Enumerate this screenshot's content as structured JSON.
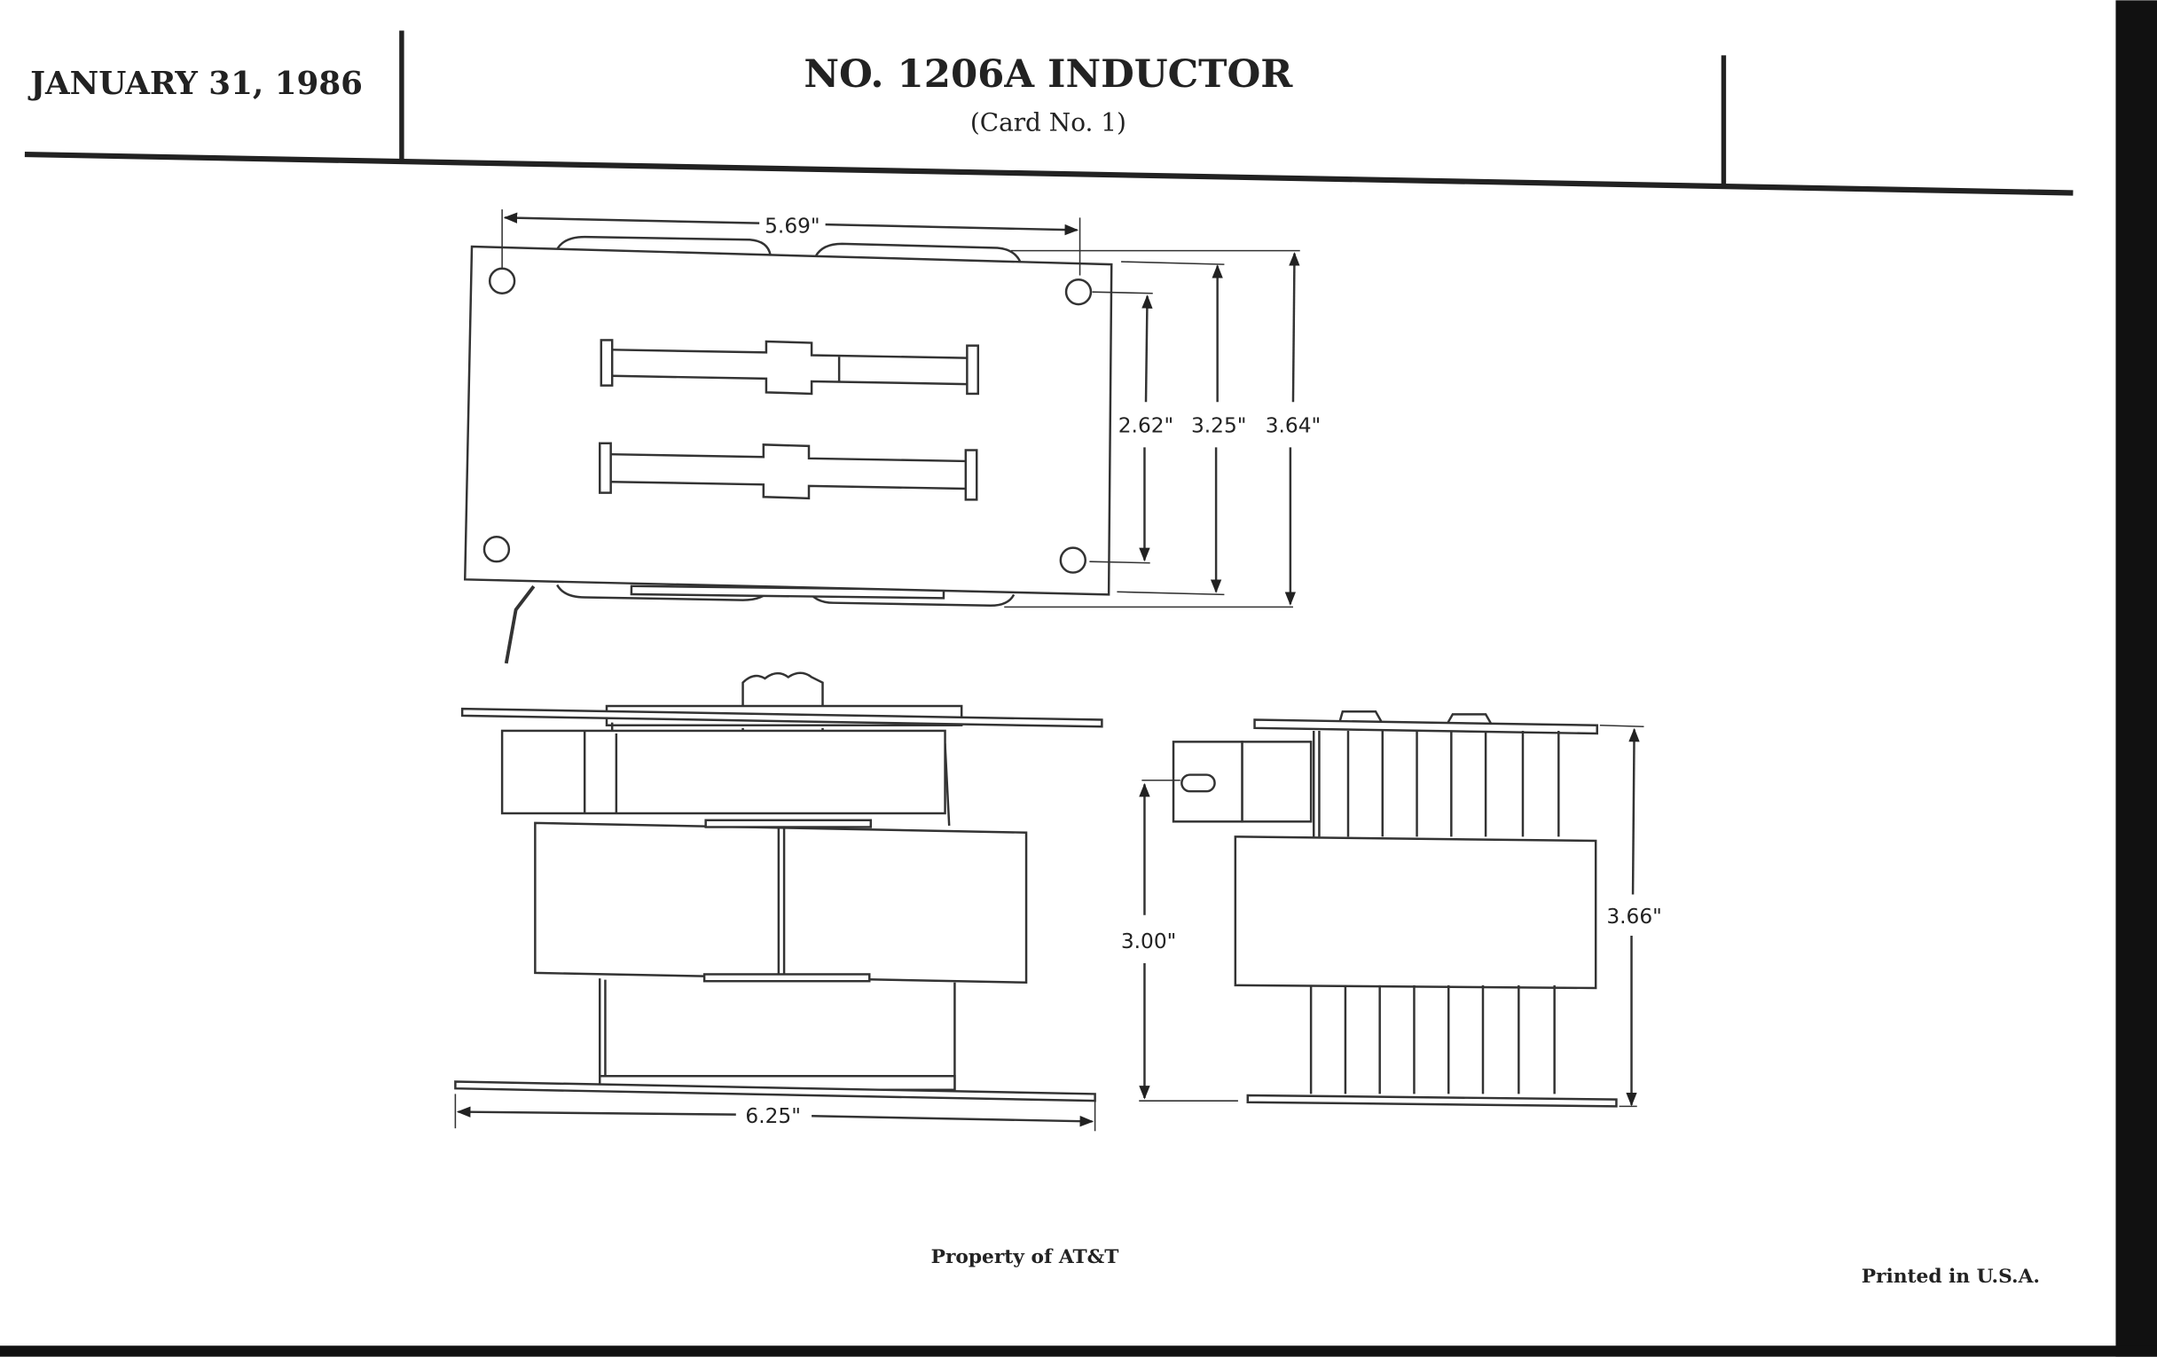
{
  "header": {
    "date": "JANUARY 31, 1986",
    "title": "NO. 1206A INDUCTOR",
    "subtitle": "(Card No. 1)"
  },
  "drawing": {
    "top_view": {
      "width_dim": "5.69\"",
      "dim_a": "2.62\"",
      "dim_b": "3.25\"",
      "dim_c": "3.64\""
    },
    "front_view": {
      "width_dim": "6.25\""
    },
    "side_view": {
      "height_dim_a": "3.00\"",
      "height_dim_b": "3.66\""
    }
  },
  "footer": {
    "property": "Property of AT&T",
    "printed": "Printed in U.S.A."
  }
}
